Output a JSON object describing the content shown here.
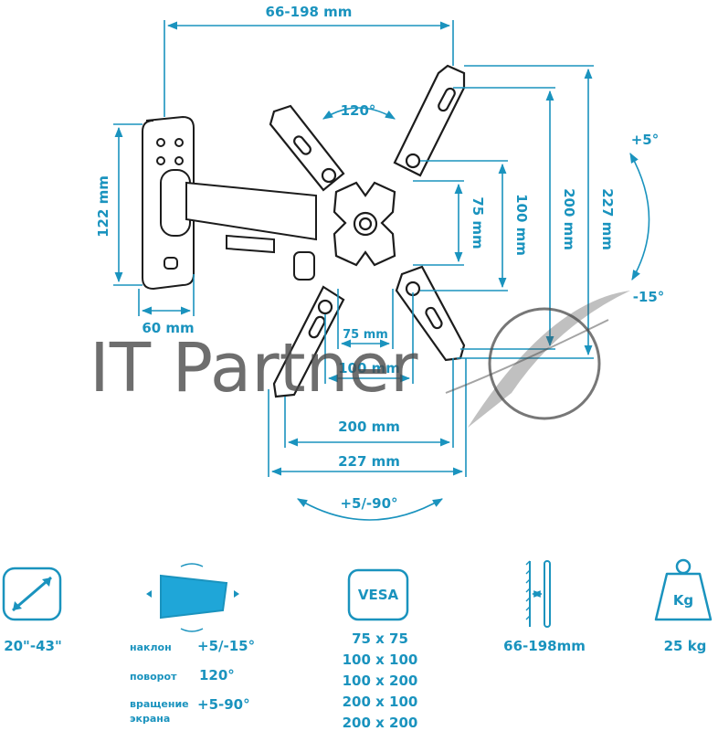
{
  "dimensions": {
    "depth_range": "66-198 mm",
    "rotation_top": "120°",
    "wall_height": "122 mm",
    "wall_width": "60 mm",
    "vesa_v75": "75 mm",
    "vesa_v100": "100 mm",
    "vesa_v200": "200 mm",
    "overall_height": "227 mm",
    "tilt_up": "+5°",
    "tilt_down": "-15°",
    "vesa_h75": "75 mm",
    "vesa_h100": "100 mm",
    "vesa_h200": "200 mm",
    "overall_width": "227 mm",
    "swivel": "+5/-90°"
  },
  "watermark": "IT Partner",
  "features": {
    "screen_size": "20\"-43\"",
    "tilt_label": "наклон",
    "tilt_value": "+5/-15°",
    "turn_label": "поворот",
    "turn_value": "120°",
    "rotate_label_1": "вращение",
    "rotate_label_2": "экрана",
    "rotate_value": "+5-90°",
    "vesa_badge": "VESA",
    "vesa_sizes": [
      "75 x 75",
      "100 x 100",
      "100 x 200",
      "200 x 100",
      "200 x 200"
    ],
    "depth": "66-198mm",
    "weight_badge": "Kg",
    "weight": "25 kg"
  },
  "colors": {
    "accent": "#1a93be",
    "line": "#1c1c1c",
    "watermark": "#4a4a4a"
  },
  "icons": [
    "diagonal-arrow-icon",
    "tilt-screen-icon",
    "vesa-icon",
    "depth-icon",
    "weight-icon",
    "swoosh-logo-icon"
  ]
}
